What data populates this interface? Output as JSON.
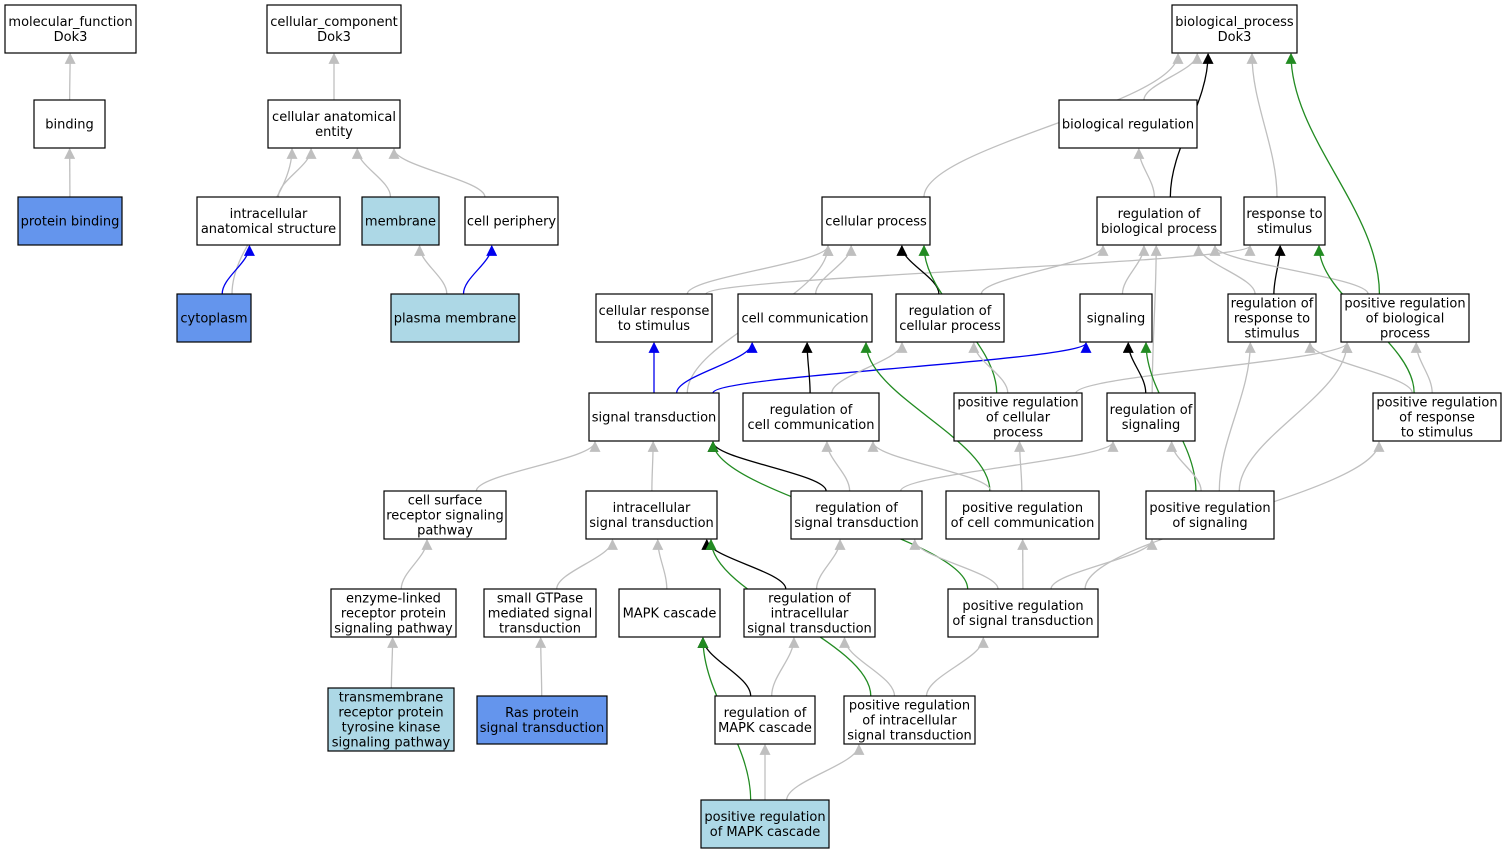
{
  "colors": {
    "node_default": "#ffffff",
    "node_light": "#add8e6",
    "node_dark": "#6495ed",
    "edge_gray": "#bfbfbf",
    "edge_black": "#000000",
    "edge_blue": "#0000ee",
    "edge_green": "#228b22"
  },
  "nodes": [
    {
      "id": "mf",
      "lines": [
        "molecular_function",
        "Dok3"
      ],
      "fill": "node_default"
    },
    {
      "id": "binding",
      "lines": [
        "binding"
      ],
      "fill": "node_default"
    },
    {
      "id": "protein_binding",
      "lines": [
        "protein binding"
      ],
      "fill": "node_dark"
    },
    {
      "id": "cc",
      "lines": [
        "cellular_component",
        "Dok3"
      ],
      "fill": "node_default"
    },
    {
      "id": "cae",
      "lines": [
        "cellular anatomical",
        "entity"
      ],
      "fill": "node_default"
    },
    {
      "id": "ias",
      "lines": [
        "intracellular",
        "anatomical structure"
      ],
      "fill": "node_default"
    },
    {
      "id": "membrane",
      "lines": [
        "membrane"
      ],
      "fill": "node_light"
    },
    {
      "id": "cell_periphery",
      "lines": [
        "cell periphery"
      ],
      "fill": "node_default"
    },
    {
      "id": "cytoplasm",
      "lines": [
        "cytoplasm"
      ],
      "fill": "node_dark"
    },
    {
      "id": "plasma_membrane",
      "lines": [
        "plasma membrane"
      ],
      "fill": "node_light"
    },
    {
      "id": "bp",
      "lines": [
        "biological_process",
        "Dok3"
      ],
      "fill": "node_default"
    },
    {
      "id": "bio_reg",
      "lines": [
        "biological regulation"
      ],
      "fill": "node_default"
    },
    {
      "id": "cellular_process",
      "lines": [
        "cellular process"
      ],
      "fill": "node_default"
    },
    {
      "id": "reg_bio",
      "lines": [
        "regulation of",
        "biological process"
      ],
      "fill": "node_default"
    },
    {
      "id": "resp_stim",
      "lines": [
        "response to",
        "stimulus"
      ],
      "fill": "node_default"
    },
    {
      "id": "cell_resp",
      "lines": [
        "cellular response",
        "to stimulus"
      ],
      "fill": "node_default"
    },
    {
      "id": "cell_comm",
      "lines": [
        "cell communication"
      ],
      "fill": "node_default"
    },
    {
      "id": "reg_cell_proc",
      "lines": [
        "regulation of",
        "cellular process"
      ],
      "fill": "node_default"
    },
    {
      "id": "signaling",
      "lines": [
        "signaling"
      ],
      "fill": "node_default"
    },
    {
      "id": "reg_resp",
      "lines": [
        "regulation of",
        "response to",
        "stimulus"
      ],
      "fill": "node_default"
    },
    {
      "id": "pos_reg_bio",
      "lines": [
        "positive regulation",
        "of biological",
        "process"
      ],
      "fill": "node_default"
    },
    {
      "id": "sig_trans",
      "lines": [
        "signal transduction"
      ],
      "fill": "node_default"
    },
    {
      "id": "reg_cell_comm",
      "lines": [
        "regulation of",
        "cell communication"
      ],
      "fill": "node_default"
    },
    {
      "id": "pos_reg_cell_proc",
      "lines": [
        "positive regulation",
        "of cellular",
        "process"
      ],
      "fill": "node_default"
    },
    {
      "id": "reg_signaling",
      "lines": [
        "regulation of",
        "signaling"
      ],
      "fill": "node_default"
    },
    {
      "id": "pos_reg_resp",
      "lines": [
        "positive regulation",
        "of response",
        "to stimulus"
      ],
      "fill": "node_default"
    },
    {
      "id": "csrsp",
      "lines": [
        "cell surface",
        "receptor signaling",
        "pathway"
      ],
      "fill": "node_default"
    },
    {
      "id": "ist",
      "lines": [
        "intracellular",
        "signal transduction"
      ],
      "fill": "node_default"
    },
    {
      "id": "reg_sig_trans",
      "lines": [
        "regulation of",
        "signal transduction"
      ],
      "fill": "node_default"
    },
    {
      "id": "pos_reg_cell_comm",
      "lines": [
        "positive regulation",
        "of cell communication"
      ],
      "fill": "node_default"
    },
    {
      "id": "pos_reg_signaling",
      "lines": [
        "positive regulation",
        "of signaling"
      ],
      "fill": "node_default"
    },
    {
      "id": "elrsp",
      "lines": [
        "enzyme-linked",
        "receptor protein",
        "signaling pathway"
      ],
      "fill": "node_default"
    },
    {
      "id": "sgtpase",
      "lines": [
        "small GTPase",
        "mediated signal",
        "transduction"
      ],
      "fill": "node_default"
    },
    {
      "id": "mapk",
      "lines": [
        "MAPK cascade"
      ],
      "fill": "node_default"
    },
    {
      "id": "reg_ist",
      "lines": [
        "regulation of",
        "intracellular",
        "signal transduction"
      ],
      "fill": "node_default"
    },
    {
      "id": "pos_reg_sig_trans",
      "lines": [
        "positive regulation",
        "of signal transduction"
      ],
      "fill": "node_default"
    },
    {
      "id": "trptk",
      "lines": [
        "transmembrane",
        "receptor protein",
        "tyrosine kinase",
        "signaling pathway"
      ],
      "fill": "node_light"
    },
    {
      "id": "ras",
      "lines": [
        "Ras protein",
        "signal transduction"
      ],
      "fill": "node_dark"
    },
    {
      "id": "reg_mapk",
      "lines": [
        "regulation of",
        "MAPK cascade"
      ],
      "fill": "node_default"
    },
    {
      "id": "pos_reg_ist",
      "lines": [
        "positive regulation",
        "of intracellular",
        "signal transduction"
      ],
      "fill": "node_default"
    },
    {
      "id": "pos_reg_mapk",
      "lines": [
        "positive regulation",
        "of MAPK cascade"
      ],
      "fill": "node_light"
    }
  ],
  "edges": [
    {
      "from": "binding",
      "to": "mf",
      "color": "edge_gray"
    },
    {
      "from": "protein_binding",
      "to": "binding",
      "color": "edge_gray"
    },
    {
      "from": "cae",
      "to": "cc",
      "color": "edge_gray"
    },
    {
      "from": "ias",
      "to": "cae",
      "color": "edge_gray"
    },
    {
      "from": "membrane",
      "to": "cae",
      "color": "edge_gray"
    },
    {
      "from": "cell_periphery",
      "to": "cae",
      "color": "edge_gray"
    },
    {
      "from": "cytoplasm",
      "to": "cae",
      "color": "edge_gray"
    },
    {
      "from": "cytoplasm",
      "to": "ias",
      "color": "edge_blue"
    },
    {
      "from": "plasma_membrane",
      "to": "membrane",
      "color": "edge_gray"
    },
    {
      "from": "plasma_membrane",
      "to": "cell_periphery",
      "color": "edge_blue"
    },
    {
      "from": "bio_reg",
      "to": "bp",
      "color": "edge_gray"
    },
    {
      "from": "cellular_process",
      "to": "bp",
      "color": "edge_gray"
    },
    {
      "from": "reg_bio",
      "to": "bp",
      "color": "edge_black"
    },
    {
      "from": "reg_bio",
      "to": "bio_reg",
      "color": "edge_gray"
    },
    {
      "from": "resp_stim",
      "to": "bp",
      "color": "edge_gray"
    },
    {
      "from": "pos_reg_bio",
      "to": "bp",
      "color": "edge_green"
    },
    {
      "from": "cell_resp",
      "to": "cellular_process",
      "color": "edge_gray"
    },
    {
      "from": "cell_resp",
      "to": "resp_stim",
      "color": "edge_gray"
    },
    {
      "from": "cell_comm",
      "to": "cellular_process",
      "color": "edge_gray"
    },
    {
      "from": "reg_cell_proc",
      "to": "cellular_process",
      "color": "edge_black"
    },
    {
      "from": "reg_cell_proc",
      "to": "reg_bio",
      "color": "edge_gray"
    },
    {
      "from": "signaling",
      "to": "reg_bio",
      "color": "edge_gray"
    },
    {
      "from": "reg_resp",
      "to": "resp_stim",
      "color": "edge_black"
    },
    {
      "from": "reg_resp",
      "to": "reg_bio",
      "color": "edge_gray"
    },
    {
      "from": "pos_reg_bio",
      "to": "reg_bio",
      "color": "edge_gray"
    },
    {
      "from": "pos_reg_cell_proc",
      "to": "cellular_process",
      "color": "edge_green"
    },
    {
      "from": "sig_trans",
      "to": "cellular_process",
      "color": "edge_gray"
    },
    {
      "from": "sig_trans",
      "to": "cell_resp",
      "color": "edge_blue"
    },
    {
      "from": "sig_trans",
      "to": "cell_comm",
      "color": "edge_blue"
    },
    {
      "from": "sig_trans",
      "to": "signaling",
      "color": "edge_blue"
    },
    {
      "from": "reg_cell_comm",
      "to": "cell_comm",
      "color": "edge_black"
    },
    {
      "from": "reg_cell_comm",
      "to": "reg_cell_proc",
      "color": "edge_gray"
    },
    {
      "from": "pos_reg_cell_proc",
      "to": "reg_cell_proc",
      "color": "edge_gray"
    },
    {
      "from": "pos_reg_cell_proc",
      "to": "pos_reg_bio",
      "color": "edge_gray"
    },
    {
      "from": "reg_signaling",
      "to": "signaling",
      "color": "edge_black"
    },
    {
      "from": "reg_signaling",
      "to": "reg_bio",
      "color": "edge_gray"
    },
    {
      "from": "pos_reg_resp",
      "to": "resp_stim",
      "color": "edge_green"
    },
    {
      "from": "pos_reg_resp",
      "to": "reg_resp",
      "color": "edge_gray"
    },
    {
      "from": "pos_reg_resp",
      "to": "pos_reg_bio",
      "color": "edge_gray"
    },
    {
      "from": "csrsp",
      "to": "sig_trans",
      "color": "edge_gray"
    },
    {
      "from": "ist",
      "to": "sig_trans",
      "color": "edge_gray"
    },
    {
      "from": "reg_sig_trans",
      "to": "sig_trans",
      "color": "edge_black"
    },
    {
      "from": "reg_sig_trans",
      "to": "reg_cell_comm",
      "color": "edge_gray"
    },
    {
      "from": "reg_sig_trans",
      "to": "reg_signaling",
      "color": "edge_gray"
    },
    {
      "from": "pos_reg_cell_comm",
      "to": "cell_comm",
      "color": "edge_green"
    },
    {
      "from": "pos_reg_cell_comm",
      "to": "reg_cell_comm",
      "color": "edge_gray"
    },
    {
      "from": "pos_reg_cell_comm",
      "to": "pos_reg_cell_proc",
      "color": "edge_gray"
    },
    {
      "from": "pos_reg_signaling",
      "to": "signaling",
      "color": "edge_green"
    },
    {
      "from": "pos_reg_signaling",
      "to": "reg_signaling",
      "color": "edge_gray"
    },
    {
      "from": "pos_reg_signaling",
      "to": "pos_reg_bio",
      "color": "edge_gray"
    },
    {
      "from": "pos_reg_signaling",
      "to": "reg_resp",
      "color": "edge_gray"
    },
    {
      "from": "elrsp",
      "to": "csrsp",
      "color": "edge_gray"
    },
    {
      "from": "sgtpase",
      "to": "ist",
      "color": "edge_gray"
    },
    {
      "from": "mapk",
      "to": "ist",
      "color": "edge_gray"
    },
    {
      "from": "reg_ist",
      "to": "ist",
      "color": "edge_black"
    },
    {
      "from": "reg_ist",
      "to": "reg_sig_trans",
      "color": "edge_gray"
    },
    {
      "from": "pos_reg_sig_trans",
      "to": "sig_trans",
      "color": "edge_green"
    },
    {
      "from": "pos_reg_sig_trans",
      "to": "reg_sig_trans",
      "color": "edge_gray"
    },
    {
      "from": "pos_reg_sig_trans",
      "to": "pos_reg_cell_comm",
      "color": "edge_gray"
    },
    {
      "from": "pos_reg_sig_trans",
      "to": "pos_reg_signaling",
      "color": "edge_gray"
    },
    {
      "from": "pos_reg_sig_trans",
      "to": "pos_reg_resp",
      "color": "edge_gray"
    },
    {
      "from": "trptk",
      "to": "elrsp",
      "color": "edge_gray"
    },
    {
      "from": "ras",
      "to": "sgtpase",
      "color": "edge_gray"
    },
    {
      "from": "reg_mapk",
      "to": "mapk",
      "color": "edge_black"
    },
    {
      "from": "reg_mapk",
      "to": "reg_ist",
      "color": "edge_gray"
    },
    {
      "from": "pos_reg_ist",
      "to": "ist",
      "color": "edge_green"
    },
    {
      "from": "pos_reg_ist",
      "to": "reg_ist",
      "color": "edge_gray"
    },
    {
      "from": "pos_reg_ist",
      "to": "pos_reg_sig_trans",
      "color": "edge_gray"
    },
    {
      "from": "pos_reg_mapk",
      "to": "mapk",
      "color": "edge_green"
    },
    {
      "from": "pos_reg_mapk",
      "to": "reg_mapk",
      "color": "edge_gray"
    },
    {
      "from": "pos_reg_mapk",
      "to": "pos_reg_ist",
      "color": "edge_gray"
    }
  ]
}
